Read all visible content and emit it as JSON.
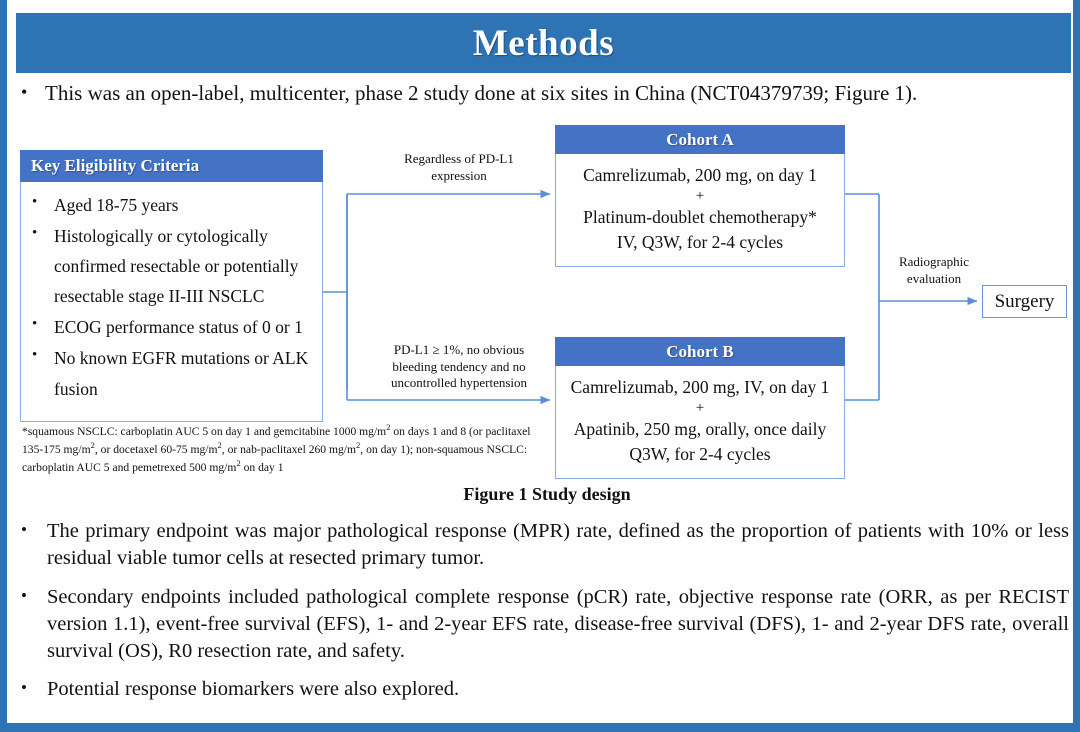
{
  "slide": {
    "title": "Methods",
    "accent_title_color": "#2E74B5",
    "accent_card_color": "#4472C4",
    "connector_color": "#5B8FD4",
    "lead_bullet": "This was an open-label, multicenter, phase 2 study done at six sites in China (NCT04379739; Figure 1).",
    "bullet_glyph": "•"
  },
  "figure": {
    "caption": "Figure 1 Study design",
    "eligibility": {
      "header": "Key  Eligibility Criteria",
      "items": [
        "Aged 18-75 years",
        "Histologically or cytologically confirmed resectable or potentially resectable stage II-III  NSCLC",
        "ECOG performance status of 0 or 1",
        "No known EGFR mutations or ALK fusion"
      ]
    },
    "footnote": {
      "line1_a": "*squamous NSCLC: carboplatin AUC 5 on day 1 and gemcitabine 1000 mg/m",
      "line1_sup": "2",
      "line1_b": " on days 1 and 8 (or paclitaxel 135-175  mg/m",
      "line2_sup": "2",
      "line2_b": ", or docetaxel 60-75 mg/m",
      "line3_sup": "2",
      "line3_b": ", or nab-paclitaxel 260 mg/m",
      "line4_sup": "2",
      "line4_b": ", on day 1); non-squamous NSCLC: carboplatin AUC 5 and pemetrexed 500 mg/m",
      "line5_sup": "2",
      "line5_b": " on day 1"
    },
    "cohort_a": {
      "header": "Cohort A",
      "line1": "Camrelizumab, 200 mg, on day 1",
      "plus": "+",
      "line2": "Platinum-doublet chemotherapy*",
      "line3": "IV, Q3W, for 2-4 cycles"
    },
    "cohort_b": {
      "header": "Cohort B",
      "line1": "Camrelizumab, 200 mg, IV, on day 1",
      "plus": "+",
      "line2": "Apatinib, 250 mg, orally, once daily",
      "line3": "Q3W, for 2-4 cycles"
    },
    "connector_labels": {
      "top_line1": "Regardless  of PD-L1",
      "top_line2": "expression",
      "bottom_line1": "PD-L1 ≥ 1%, no obvious",
      "bottom_line2": "bleeding tendency  and no",
      "bottom_line3": "uncontrolled  hypertension",
      "right_line1": "Radiographic",
      "right_line2": "evaluation"
    },
    "surgery": "Surgery"
  },
  "bullets": [
    "The primary endpoint was major pathological response (MPR) rate, defined as the proportion of patients with 10% or less residual viable tumor cells at resected primary tumor.",
    "Secondary endpoints included pathological complete response (pCR) rate, objective response rate (ORR, as per RECIST version 1.1), event-free survival (EFS), 1- and 2-year EFS rate, disease-free survival (DFS), 1- and 2-year DFS rate, overall survival (OS), R0 resection rate, and safety.",
    "Potential response biomarkers were also explored."
  ]
}
